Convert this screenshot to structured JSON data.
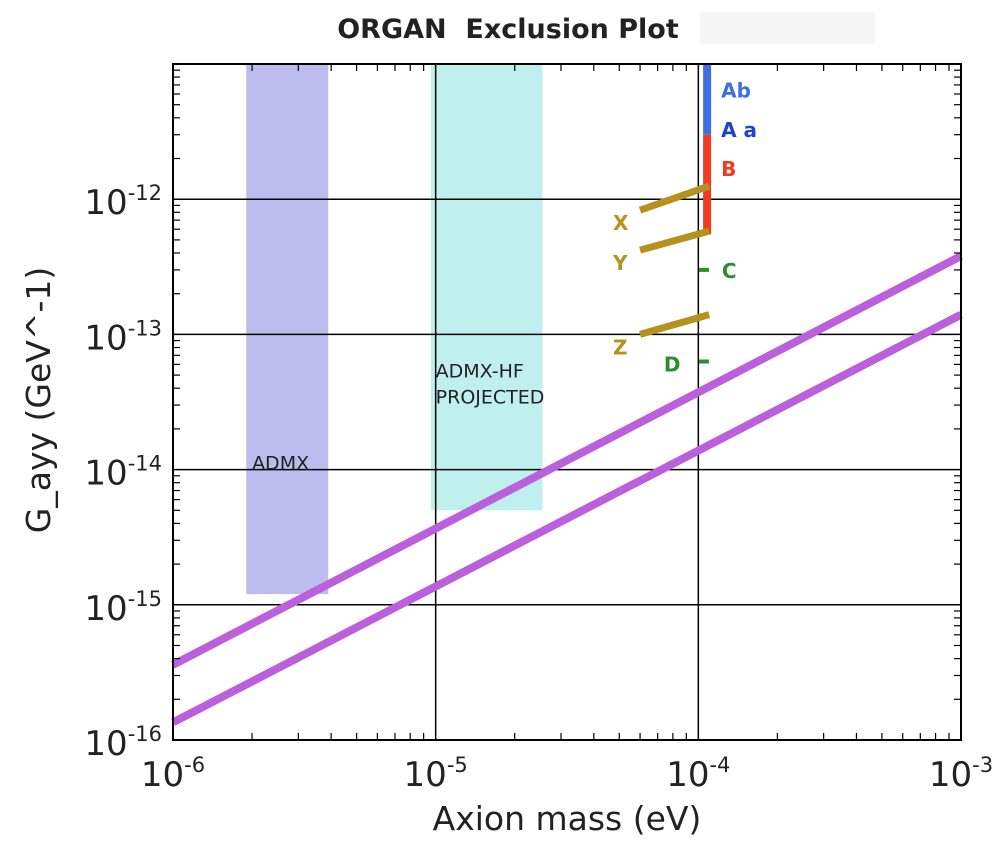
{
  "chart_data": {
    "type": "line",
    "title": "ORGAN  Exclusion Plot",
    "xlabel": "Axion mass (eV)",
    "ylabel": "G_ayy (GeV^-1)",
    "xscale": "log",
    "yscale": "log",
    "xlim": [
      1e-06,
      0.001
    ],
    "ylim": [
      1e-16,
      1e-11
    ],
    "grid": "decades",
    "x_ticks": [
      {
        "base": "10",
        "exp": "-6",
        "value": 1e-06
      },
      {
        "base": "10",
        "exp": "-5",
        "value": 1e-05
      },
      {
        "base": "10",
        "exp": "-4",
        "value": 0.0001
      },
      {
        "base": "10",
        "exp": "-3",
        "value": 0.001
      }
    ],
    "y_ticks": [
      {
        "base": "10",
        "exp": "-12",
        "value": 1e-12
      },
      {
        "base": "10",
        "exp": "-13",
        "value": 1e-13
      },
      {
        "base": "10",
        "exp": "-14",
        "value": 1e-14
      },
      {
        "base": "10",
        "exp": "-15",
        "value": 1e-15
      },
      {
        "base": "10",
        "exp": "-16",
        "value": 1e-16
      }
    ],
    "regions": [
      {
        "label": "ADMX",
        "x": [
          1.9e-06,
          3.9e-06
        ],
        "y": [
          1.2e-15,
          1e-11
        ],
        "color": "#bcbdee",
        "label_x": 2e-06,
        "label_y": 1e-14
      },
      {
        "label_lines": [
          "ADMX-HF",
          "PROJECTED"
        ],
        "x": [
          9.6e-06,
          2.55e-05
        ],
        "y": [
          5e-15,
          1e-11
        ],
        "color": "#bff0ee",
        "label_x": 1e-05,
        "label_y": 4.8e-14
      }
    ],
    "series": [
      {
        "x": [
          1e-06,
          0.001
        ],
        "y": [
          3.6e-16,
          3.8e-13
        ],
        "color": "#bb5fdc"
      },
      {
        "x": [
          1e-06,
          0.001
        ],
        "y": [
          1.35e-16,
          1.4e-13
        ],
        "color": "#bb5fdc"
      }
    ],
    "bars": [
      {
        "label": "Ab",
        "x": 0.000108,
        "y": [
          3e-12,
          1e-11
        ],
        "color": "#3d70e0",
        "label_color": "#3d70e0",
        "label_y": 6.5e-12
      },
      {
        "label": "A a",
        "x": 0.000108,
        "y": [
          1.25e-12,
          3e-12
        ],
        "color": "#ee3b22",
        "label_color": "#1e44c8",
        "label_y": 3.3e-12
      },
      {
        "label": "B",
        "x": 0.000108,
        "y": [
          5.5e-13,
          1.25e-12
        ],
        "color": "#ee3b22",
        "label_color": "#ee3b22",
        "label_y": 1.7e-12
      }
    ],
    "segments": [
      {
        "label": "X",
        "x": [
          6e-05,
          0.00011
        ],
        "y": [
          8.3e-13,
          1.25e-12
        ],
        "color": "#b5911e"
      },
      {
        "label": "Y",
        "x": [
          6e-05,
          0.00011
        ],
        "y": [
          4.2e-13,
          5.8e-13
        ],
        "color": "#b5911e"
      },
      {
        "label": "Z",
        "x": [
          6e-05,
          0.00011
        ],
        "y": [
          1e-13,
          1.4e-13
        ],
        "color": "#b5911e"
      }
    ],
    "points": [
      {
        "label": "C",
        "x": 0.000105,
        "y": 3e-13,
        "color": "#2e8b2e"
      },
      {
        "label": "D",
        "x": 0.000105,
        "y": 6.3e-14,
        "color": "#2e8b2e"
      }
    ]
  }
}
